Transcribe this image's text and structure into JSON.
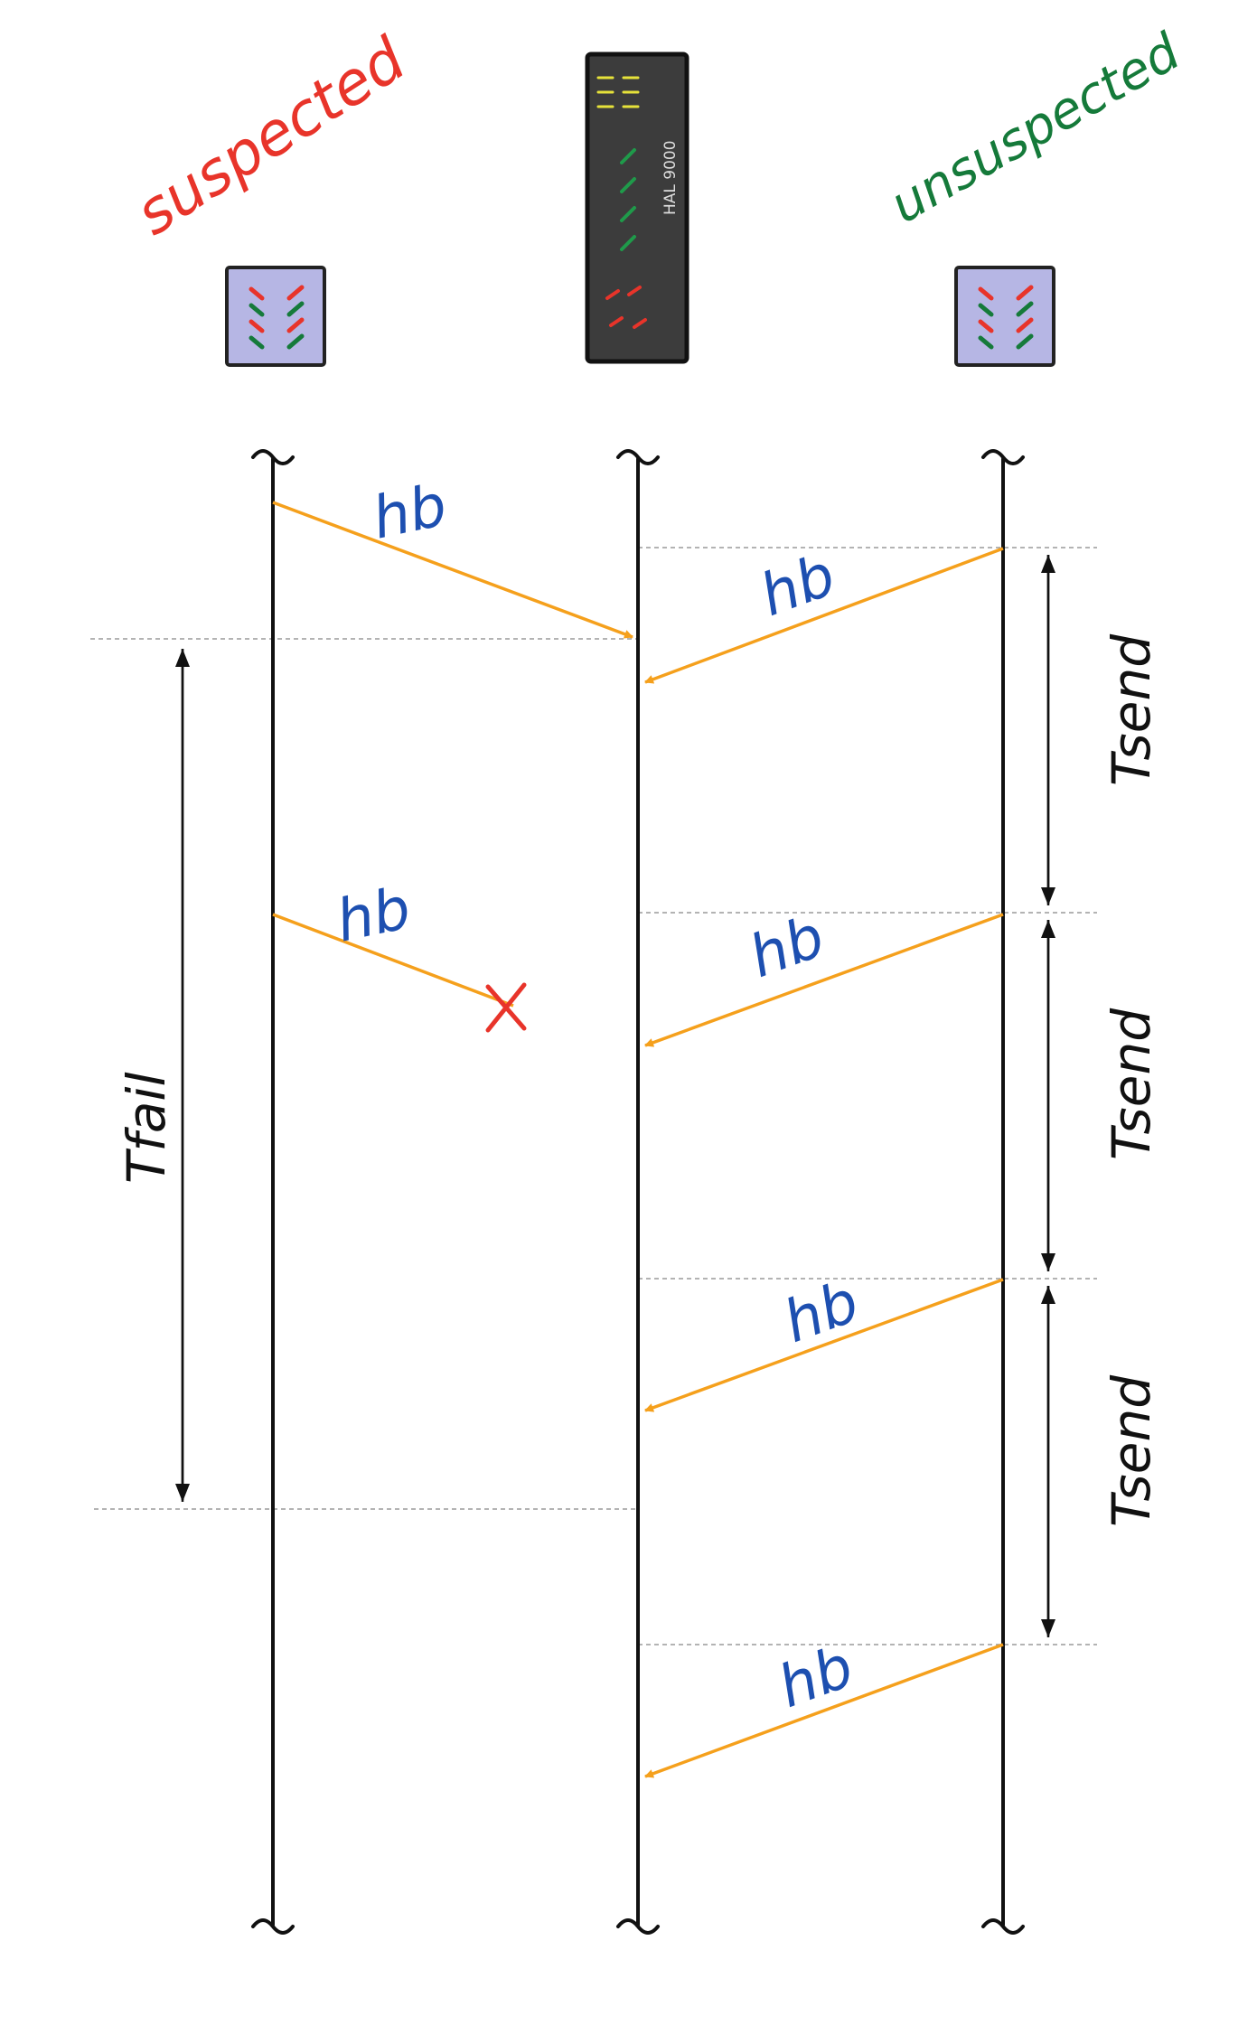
{
  "nodes": {
    "suspected": {
      "label": "suspected",
      "color": "#e8342a"
    },
    "server": {
      "label": "HAL 9000",
      "body_color": "#3c3c3c"
    },
    "unsuspected": {
      "label": "unsuspected",
      "color": "#157a3a"
    }
  },
  "node_box_color": "#b6b6e4",
  "message_color": "#f5a01c",
  "message_label_color": "#1d4fb0",
  "messages": [
    {
      "label": "hb",
      "from": "suspected",
      "to": "server",
      "delivered": true
    },
    {
      "label": "hb",
      "from": "unsuspected",
      "to": "server",
      "delivered": true
    },
    {
      "label": "hb",
      "from": "suspected",
      "to": "server",
      "delivered": false
    },
    {
      "label": "hb",
      "from": "unsuspected",
      "to": "server",
      "delivered": true
    },
    {
      "label": "hb",
      "from": "unsuspected",
      "to": "server",
      "delivered": true
    },
    {
      "label": "hb",
      "from": "unsuspected",
      "to": "server",
      "delivered": true
    }
  ],
  "intervals": {
    "fail": {
      "label": "Tfail"
    },
    "send": [
      {
        "label": "Tsend"
      },
      {
        "label": "Tsend"
      },
      {
        "label": "Tsend"
      }
    ]
  }
}
